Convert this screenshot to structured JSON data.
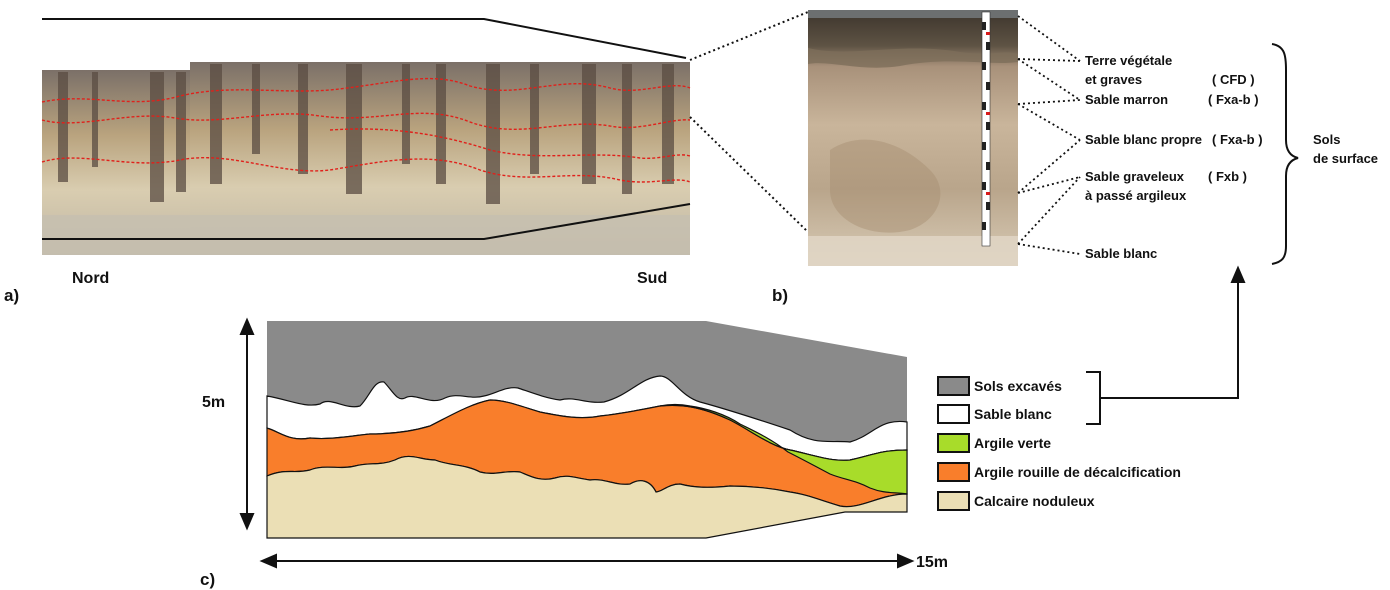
{
  "panel_a": {
    "letter": "a)",
    "north": "Nord",
    "south": "Sud",
    "photo": "excavation-wall-photo"
  },
  "panel_b": {
    "letter": "b)",
    "photo": "soil-profile-photo",
    "layers": [
      {
        "name_line1": "Terre végétale",
        "name_line2": "et graves",
        "code": "( CFD )"
      },
      {
        "name_line1": "Sable marron",
        "name_line2": "",
        "code": "(  Fxa-b )"
      },
      {
        "name_line1": "Sable blanc propre",
        "name_line2": "",
        "code": "( Fxa-b )"
      },
      {
        "name_line1": "Sable graveleux",
        "name_line2": "à passé argileux",
        "code": "(  Fxb )"
      },
      {
        "name_line1": "Sable blanc",
        "name_line2": "",
        "code": ""
      }
    ],
    "brace_label_line1": "Sols",
    "brace_label_line2": "de surface"
  },
  "panel_c": {
    "letter": "c)",
    "height_label": "5m",
    "width_label": "15m",
    "legend": [
      {
        "label": "Sols excavés",
        "color": "#8a8a8a"
      },
      {
        "label": "Sable blanc",
        "color": "#ffffff"
      },
      {
        "label": "Argile verte",
        "color": "#a8dc2a"
      },
      {
        "label": "Argile rouille de décalcification",
        "color": "#f97e2b"
      },
      {
        "label": "Calcaire noduleux",
        "color": "#ebdfb5"
      }
    ]
  }
}
